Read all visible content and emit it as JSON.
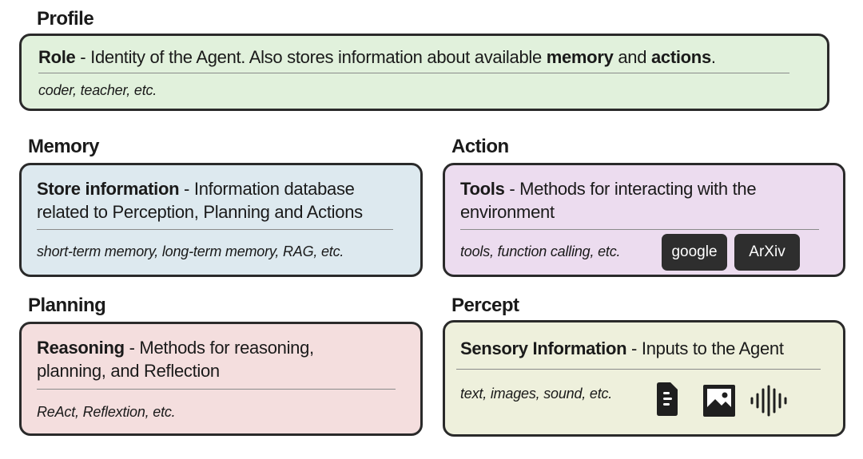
{
  "profile": {
    "title": "Profile",
    "role_term": "Role",
    "role_text_1": " - Identity of the Agent. Also stores information about available ",
    "memory_word": "memory",
    "and_word": " and ",
    "actions_word": "actions",
    "period": ".",
    "examples": "coder, teacher, etc.",
    "color": "#e1f1dc"
  },
  "memory": {
    "title": "Memory",
    "term": "Store information",
    "text_line1": " - Information database",
    "text_line2": "related to Perception, Planning and Actions",
    "examples": "short-term memory, long-term memory, RAG, etc.",
    "color": "#dde9ef"
  },
  "action": {
    "title": "Action",
    "term": "Tools",
    "text_line1": " - Methods for interacting with the",
    "text_line2": "environment",
    "examples": "tools, function calling, etc.",
    "badges": [
      "google",
      "ArXiv"
    ],
    "color": "#ecdcef"
  },
  "planning": {
    "title": "Planning",
    "term": "Reasoning",
    "text_line1": " - Methods for reasoning,",
    "text_line2": "planning, and Reflection",
    "examples": "ReAct, Reflextion, etc.",
    "color": "#f4dede"
  },
  "percept": {
    "title": "Percept",
    "term": "Sensory Information",
    "text_line1": " - Inputs to the Agent",
    "examples": "text, images, sound, etc.",
    "icons": [
      "document-icon",
      "image-icon",
      "sound-wave-icon"
    ],
    "color": "#eef0dc"
  }
}
